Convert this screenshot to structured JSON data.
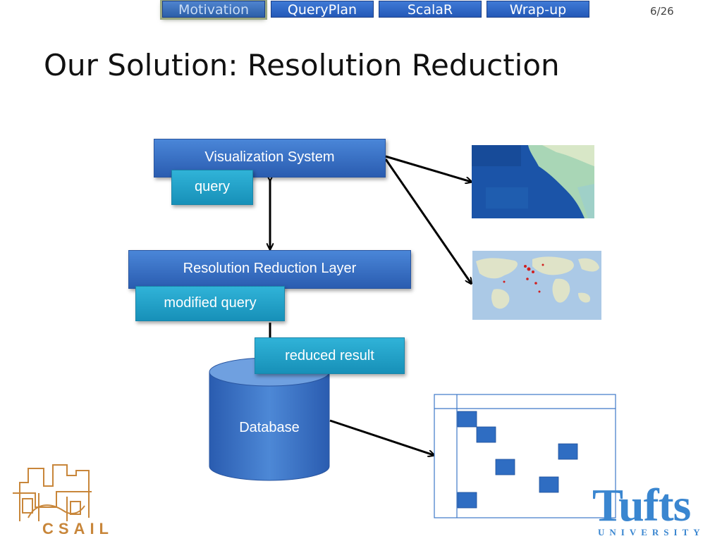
{
  "nav": {
    "tabs": [
      {
        "label": "Motivation",
        "active": true
      },
      {
        "label": "QueryPlan",
        "active": false
      },
      {
        "label": "ScalaR",
        "active": false
      },
      {
        "label": "Wrap-up",
        "active": false
      }
    ],
    "page_number": "6/26"
  },
  "title": "Our Solution: Resolution Reduction",
  "diagram": {
    "visualization_system": "Visualization System",
    "query": "query",
    "resolution_layer": "Resolution Reduction Layer",
    "modified_query": "modified query",
    "reduced_result": "reduced result",
    "database": "Database"
  },
  "logos": {
    "csail": "CSAIL",
    "tufts": "Tufts",
    "tufts_sub": "UNIVERSITY"
  },
  "colors": {
    "box_blue": "#2f66c0",
    "box_cyan": "#1ea4cc",
    "ocean_dark": "#1a4fa0",
    "csail_orange": "#c8863a",
    "tufts_blue": "#3a86d0"
  },
  "icons": [
    "csail-building-logo",
    "tufts-wordmark"
  ]
}
